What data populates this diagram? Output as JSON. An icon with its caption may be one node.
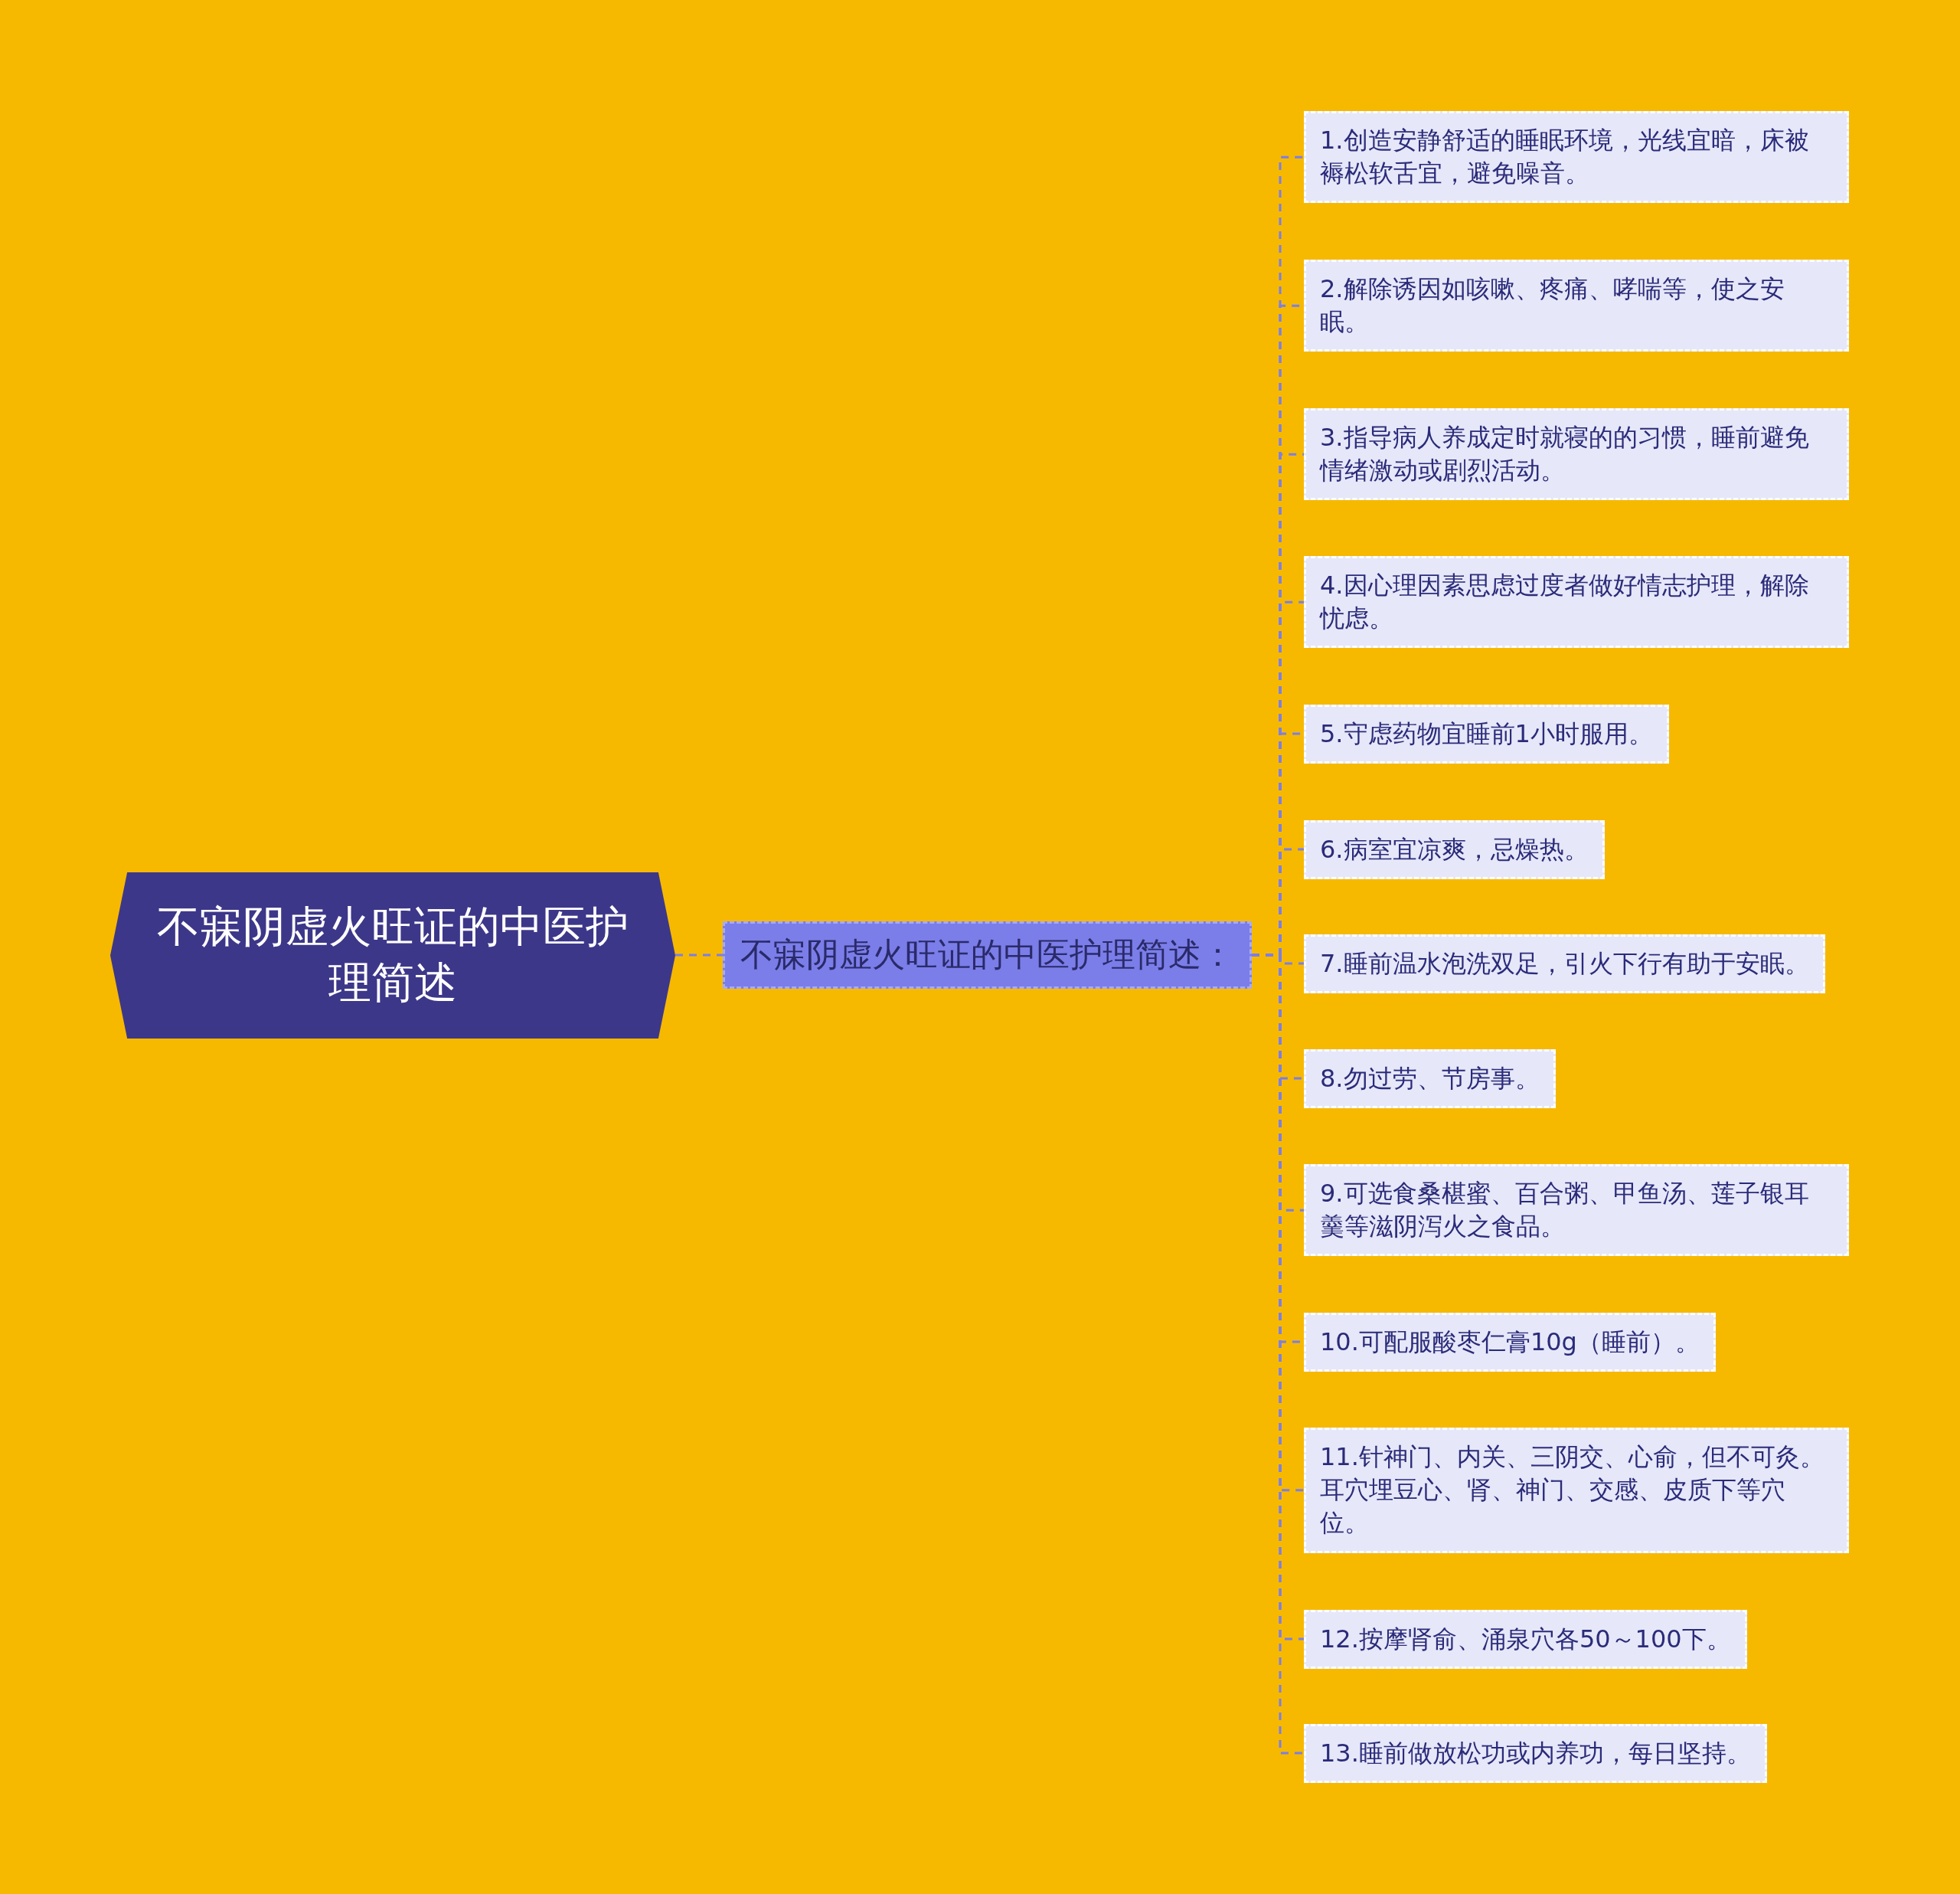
{
  "diagram": {
    "nodes": [
      {
        "text": [
          "不寐阴虚火旺证的中医护理简述"
        ]
      },
      {
        "text": [
          "不寐阴虚火旺证的中医护理简述："
        ]
      },
      {
        "text": [
          "1.创造安静舒适的睡眠环境，光线宜暗，床被褥松软舌宜，避免噪音。"
        ]
      },
      {
        "text": [
          "2.解除诱因如咳嗽、疼痛、哮喘等，使之安眠。"
        ]
      },
      {
        "text": [
          "3.指导病人养成定时就寝的的习惯，睡前避免情绪激动或剧烈活动。"
        ]
      },
      {
        "text": [
          "4.因心理因素思虑过度者做好情志护理，解除忧虑。"
        ]
      },
      {
        "text": [
          "5.守虑药物宜睡前1小时服用。"
        ]
      },
      {
        "text": [
          "6.病室宜凉爽，忌燥热。"
        ]
      },
      {
        "text": [
          "7.睡前温水泡洗双足，引火下行有助于安眠。"
        ]
      },
      {
        "text": [
          "8.勿过劳、节房事。"
        ]
      },
      {
        "text": [
          "9.可选食桑椹蜜、百合粥、甲鱼汤、莲子银耳羹等滋阴泻火之食品。"
        ]
      },
      {
        "text": [
          "10.可配服酸枣仁膏10g（睡前）。"
        ]
      },
      {
        "text": [
          "11.针神门、内关、三阴交、心俞，但不可灸。耳穴埋豆心、肾、神门、交感、皮质下等穴位。"
        ]
      },
      {
        "text": [
          "12.按摩肾俞、涌泉穴各50～100下。"
        ]
      },
      {
        "text": [
          "13.睡前做放松功或内养功，每日坚持。"
        ]
      }
    ],
    "edges": [
      {
        "from": 0,
        "to": 1,
        "arrow": "none",
        "style": "dashed"
      },
      {
        "from": 1,
        "to": 2,
        "arrow": "none",
        "style": "dashed"
      },
      {
        "from": 1,
        "to": 3,
        "arrow": "none",
        "style": "dashed"
      },
      {
        "from": 1,
        "to": 4,
        "arrow": "none",
        "style": "dashed"
      },
      {
        "from": 1,
        "to": 5,
        "arrow": "none",
        "style": "dashed"
      },
      {
        "from": 1,
        "to": 6,
        "arrow": "none",
        "style": "dashed"
      },
      {
        "from": 1,
        "to": 7,
        "arrow": "none",
        "style": "dashed"
      },
      {
        "from": 1,
        "to": 8,
        "arrow": "none",
        "style": "dashed"
      },
      {
        "from": 1,
        "to": 9,
        "arrow": "none",
        "style": "dashed"
      },
      {
        "from": 1,
        "to": 10,
        "arrow": "none",
        "style": "dashed"
      },
      {
        "from": 1,
        "to": 11,
        "arrow": "none",
        "style": "dashed"
      },
      {
        "from": 1,
        "to": 12,
        "arrow": "none",
        "style": "dashed"
      },
      {
        "from": 1,
        "to": 13,
        "arrow": "none",
        "style": "dashed"
      },
      {
        "from": 1,
        "to": 14,
        "arrow": "none",
        "style": "dashed"
      }
    ]
  }
}
